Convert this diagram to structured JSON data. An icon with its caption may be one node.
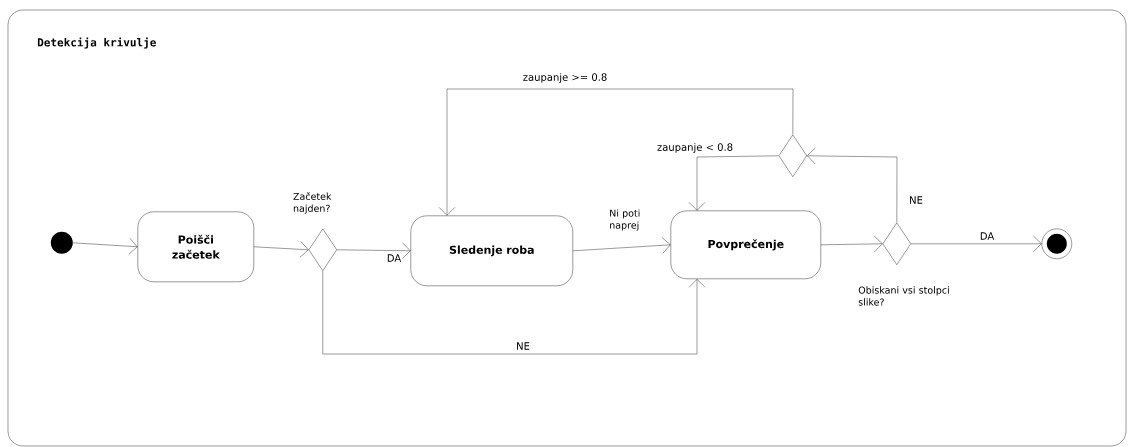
{
  "diagram": {
    "nodes": [
      {
        "text": [
          "Detekcija krivulje"
        ]
      },
      {
        "text": [],
        "shape": "circle",
        "in": 0
      },
      {
        "text": [
          "Poišči začetek"
        ],
        "in": 0
      },
      {
        "text": [],
        "shape": "diamond",
        "beside": [
          "Začetek najden?"
        ],
        "in": 0
      },
      {
        "text": [
          "Sledenje roba"
        ],
        "in": 0
      },
      {
        "text": [
          "Povprečenje"
        ],
        "in": 0
      },
      {
        "text": [],
        "shape": "diamond",
        "beside": [
          "Obiskani vsi stolpci slike?"
        ],
        "in": 0
      },
      {
        "text": [],
        "shape": "diamond",
        "in": 0
      },
      {
        "text": [],
        "shape": "circle",
        "in": 0
      }
    ],
    "edges": [
      {
        "from": 1,
        "to": 2,
        "arrow": "to"
      },
      {
        "from": 2,
        "to": 3,
        "arrow": "to"
      },
      {
        "from": 3,
        "to": 4,
        "arrow": "to",
        "label": "DA"
      },
      {
        "from": 3,
        "to": 5,
        "arrow": "to",
        "label": "NE"
      },
      {
        "from": 4,
        "to": 5,
        "arrow": "to",
        "label": "Ni poti naprej"
      },
      {
        "from": 5,
        "to": 6,
        "arrow": "to"
      },
      {
        "from": 6,
        "to": 7,
        "arrow": "to",
        "label": "NE"
      },
      {
        "from": 7,
        "to": 4,
        "arrow": "to",
        "label": "zaupanje >= 0.8"
      },
      {
        "from": 7,
        "to": 5,
        "arrow": "to",
        "label": "zaupanje < 0.8"
      },
      {
        "from": 6,
        "to": 8,
        "arrow": "to",
        "label": "DA"
      }
    ]
  }
}
